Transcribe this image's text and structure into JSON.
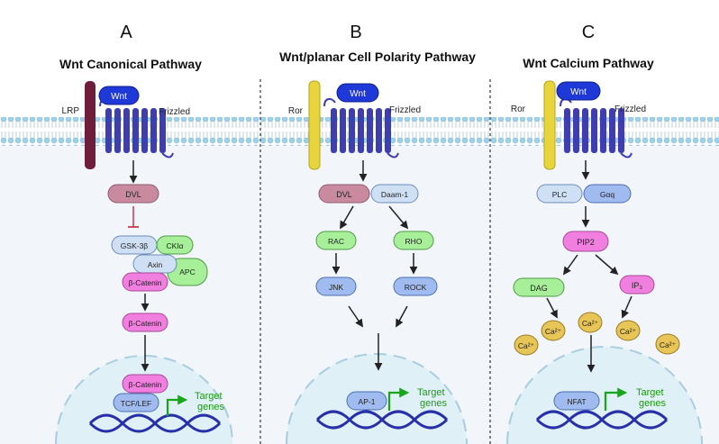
{
  "panels": [
    {
      "letter": "A",
      "title": "Wnt Canonical Pathway",
      "coreceptor": "LRP",
      "ligand": "Wnt",
      "receptor": "Frizzled",
      "nodes": {
        "dvl": "DVL",
        "gsk": "GSK-3β",
        "ck1": "CKIα",
        "axin": "Axin",
        "apc": "APC",
        "bcat1": "β-Catenin",
        "bcat2": "β-Catenin",
        "bcat3": "β-Catenin",
        "tcf": "TCF/LEF"
      },
      "target": [
        "Target",
        "genes"
      ]
    },
    {
      "letter": "B",
      "title": "Wnt/planar Cell Polarity Pathway",
      "coreceptor": "Ror",
      "ligand": "Wnt",
      "receptor": "Frizzled",
      "nodes": {
        "dvl": "DVL",
        "daam": "Daam-1",
        "rac": "RAC",
        "rho": "RHO",
        "jnk": "JNK",
        "rock": "ROCK",
        "ap1": "AP-1"
      },
      "target": [
        "Target",
        "genes"
      ]
    },
    {
      "letter": "C",
      "title": "Wnt Calcium Pathway",
      "coreceptor": "Ror",
      "ligand": "Wnt",
      "receptor": "Frizzled",
      "nodes": {
        "plc": "PLC",
        "gaq": "Gαq",
        "pip2": "PIP2",
        "dag": "DAG",
        "ip3": "IP₃",
        "ca": "Ca²⁺",
        "nfat": "NFAT"
      },
      "target": [
        "Target",
        "genes"
      ]
    }
  ],
  "colors": {
    "membrane_head": "#9fd0ea",
    "membrane_tail": "#a7c4d4",
    "cytoplasm": "#f2f6fa",
    "receptor": "#3f3eb0",
    "ligand": "#1f39d8",
    "lrp": "#6e1d3a",
    "ror": "#e8d53b",
    "dvl": "#c98aa0",
    "pink_node": "#f07fdf",
    "green_node": "#a8ef9a",
    "blue_node": "#9fbbf0",
    "light_blue_node": "#cfe0f5",
    "ca_ion": "#e7c557",
    "nucleus": "#dff0f6",
    "dna": "#2730a8",
    "target_arrow": "#17a51b",
    "target_text": "#1e9a12",
    "inhibit": "#c8394a"
  }
}
